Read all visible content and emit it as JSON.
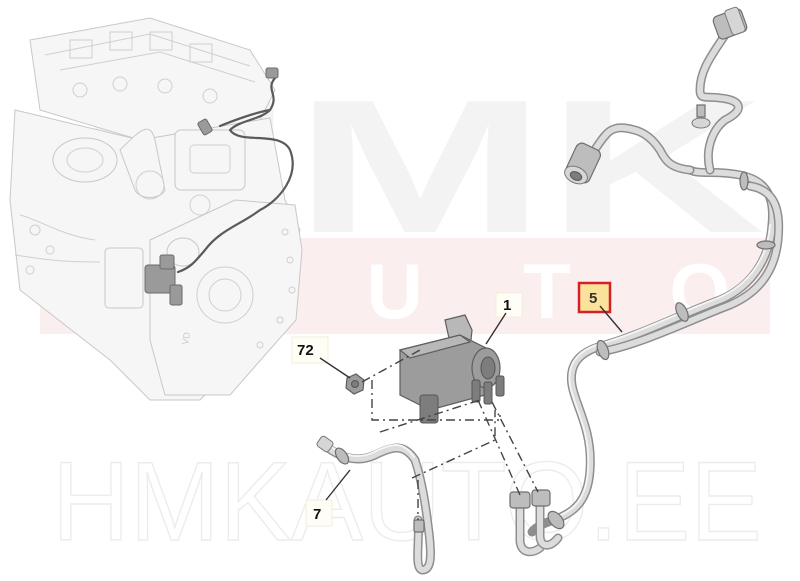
{
  "diagram": {
    "type": "exploded-parts-diagram",
    "subject": "Engine vacuum solenoid valve with hoses",
    "colors": {
      "highlight_border": "#d3202a",
      "highlight_fill": "#fbe29a",
      "watermark_band": "#fbeeee",
      "watermark_text": "#f3f3f3",
      "line_art": "#c8c8c8",
      "part_gray": "#9c9c9c"
    },
    "callouts": [
      {
        "id": "1",
        "label": "1",
        "part": "solenoid-valve",
        "highlighted": false
      },
      {
        "id": "5",
        "label": "5",
        "part": "vacuum-hose-long",
        "highlighted": true
      },
      {
        "id": "7",
        "label": "7",
        "part": "vacuum-pipe-short",
        "highlighted": false
      },
      {
        "id": "72",
        "label": "72",
        "part": "nut",
        "highlighted": false
      }
    ],
    "watermark": {
      "top": "HMK",
      "band": "AUTO",
      "bottom": "HMKAUTO.EE"
    }
  }
}
